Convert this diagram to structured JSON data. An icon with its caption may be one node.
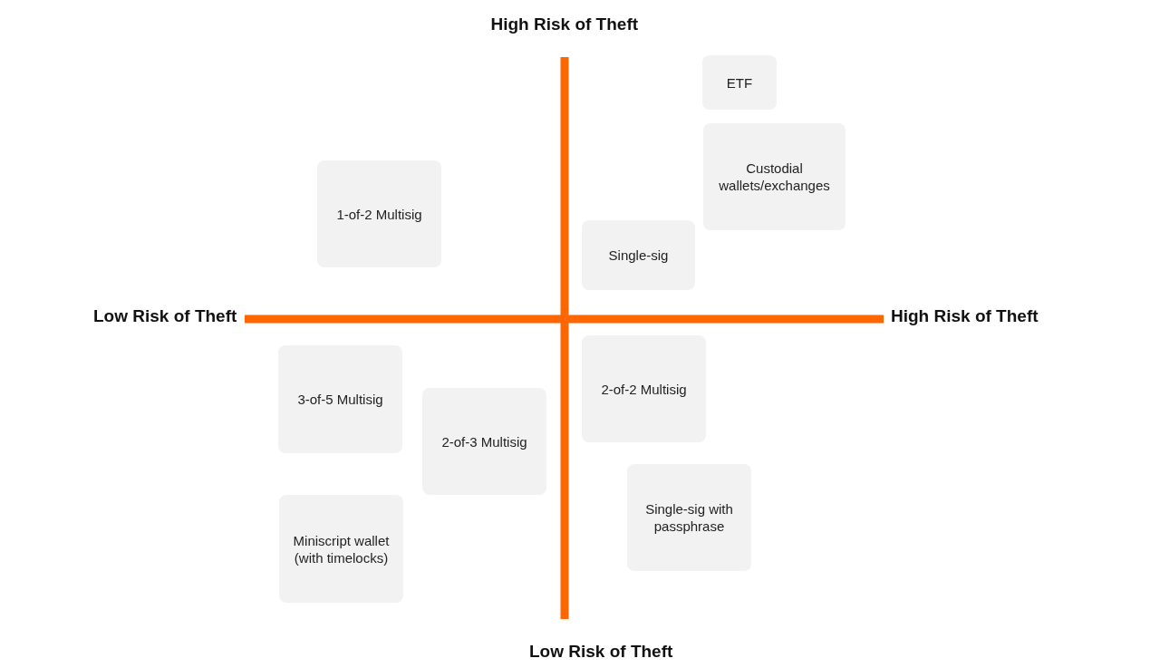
{
  "diagram": {
    "nodes": [
      {
        "text": [
          "ETF"
        ]
      },
      {
        "text": [
          "Custodial wallets/exchanges"
        ]
      },
      {
        "text": [
          "1-of-2 Multisig"
        ]
      },
      {
        "text": [
          "Single-sig"
        ]
      },
      {
        "text": [
          "3-of-5 Multisig"
        ]
      },
      {
        "text": [
          "2-of-2 Multisig"
        ]
      },
      {
        "text": [
          "2-of-3 Multisig"
        ]
      },
      {
        "text": [
          "Single-sig with passphrase"
        ]
      },
      {
        "text": [
          "Miniscript wallet (with timelocks)"
        ]
      }
    ],
    "edges": [],
    "labels": [
      "High Risk of Theft",
      "Low Risk of Theft",
      "High Risk of Theft",
      "Low Risk of Theft"
    ]
  }
}
